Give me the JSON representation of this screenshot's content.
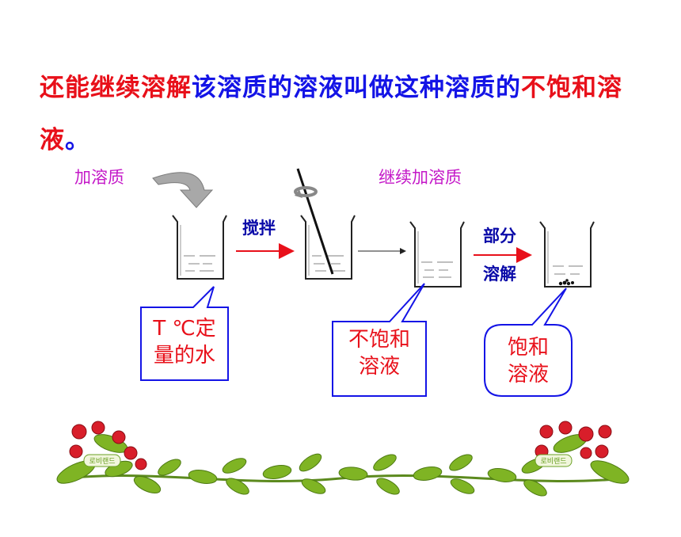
{
  "headline": {
    "seg1": "还能继续溶解",
    "seg2": "该溶质的溶液叫做这种溶质的",
    "seg3": "不饱和溶液",
    "seg4": "。"
  },
  "labels": {
    "add_solute": "加溶质",
    "continue_add": "继续加溶质",
    "stir": "搅拌",
    "partial_1": "部分",
    "partial_2": "溶解"
  },
  "callouts": {
    "water_line1": "T ℃定",
    "water_line2": "量的水",
    "unsat_line1": "不饱和",
    "unsat_line2": "溶液",
    "sat_line1": "饱和",
    "sat_line2": "溶液"
  },
  "colors": {
    "red": "#e8101a",
    "blue": "#1414e6",
    "magenta": "#c418c8",
    "navy": "#0a0aa8",
    "arrow_gray": "#a8a8a8"
  },
  "decor": {
    "badge_text": "로비랜드"
  }
}
